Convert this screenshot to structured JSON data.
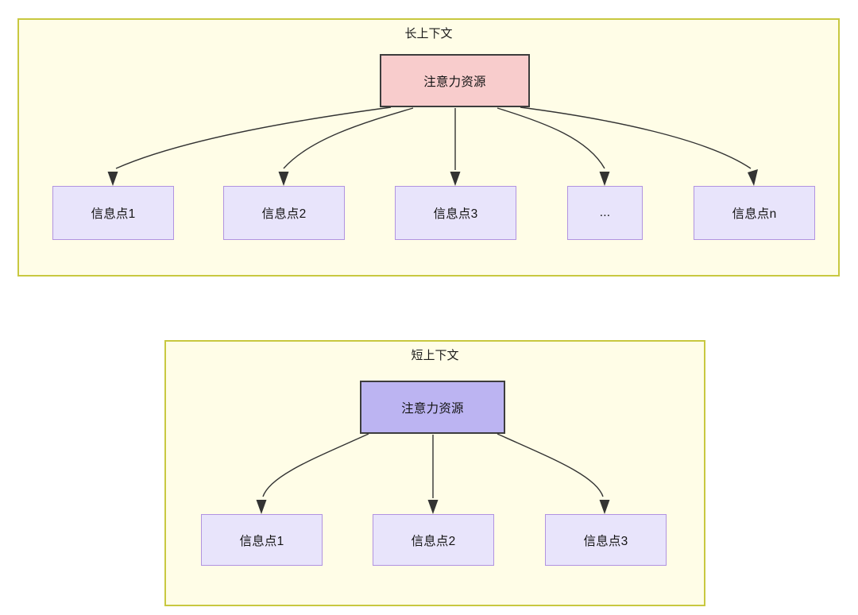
{
  "diagram": {
    "type": "node-edge-diagram",
    "background_color": "#ffffff",
    "panels": [
      {
        "id": "long-context",
        "title": "长上下文",
        "panel_fill": "#fffde7",
        "panel_border": "#c8c840",
        "root": {
          "label": "注意力资源",
          "fill": "#f8cccc",
          "border": "#3d3d3d"
        },
        "leaves": [
          {
            "label": "信息点1",
            "fill": "#e8e4fb",
            "border": "#b193e0"
          },
          {
            "label": "信息点2",
            "fill": "#e8e4fb",
            "border": "#b193e0"
          },
          {
            "label": "信息点3",
            "fill": "#e8e4fb",
            "border": "#b193e0"
          },
          {
            "label": "...",
            "fill": "#e8e4fb",
            "border": "#b193e0"
          },
          {
            "label": "信息点n",
            "fill": "#e8e4fb",
            "border": "#b193e0"
          }
        ]
      },
      {
        "id": "short-context",
        "title": "短上下文",
        "panel_fill": "#fffde7",
        "panel_border": "#c8c840",
        "root": {
          "label": "注意力资源",
          "fill": "#bcb4f2",
          "border": "#3d3d3d"
        },
        "leaves": [
          {
            "label": "信息点1",
            "fill": "#e8e4fb",
            "border": "#b193e0"
          },
          {
            "label": "信息点2",
            "fill": "#e8e4fb",
            "border": "#b193e0"
          },
          {
            "label": "信息点3",
            "fill": "#e8e4fb",
            "border": "#b193e0"
          }
        ]
      }
    ],
    "edge_color": "#333333"
  }
}
